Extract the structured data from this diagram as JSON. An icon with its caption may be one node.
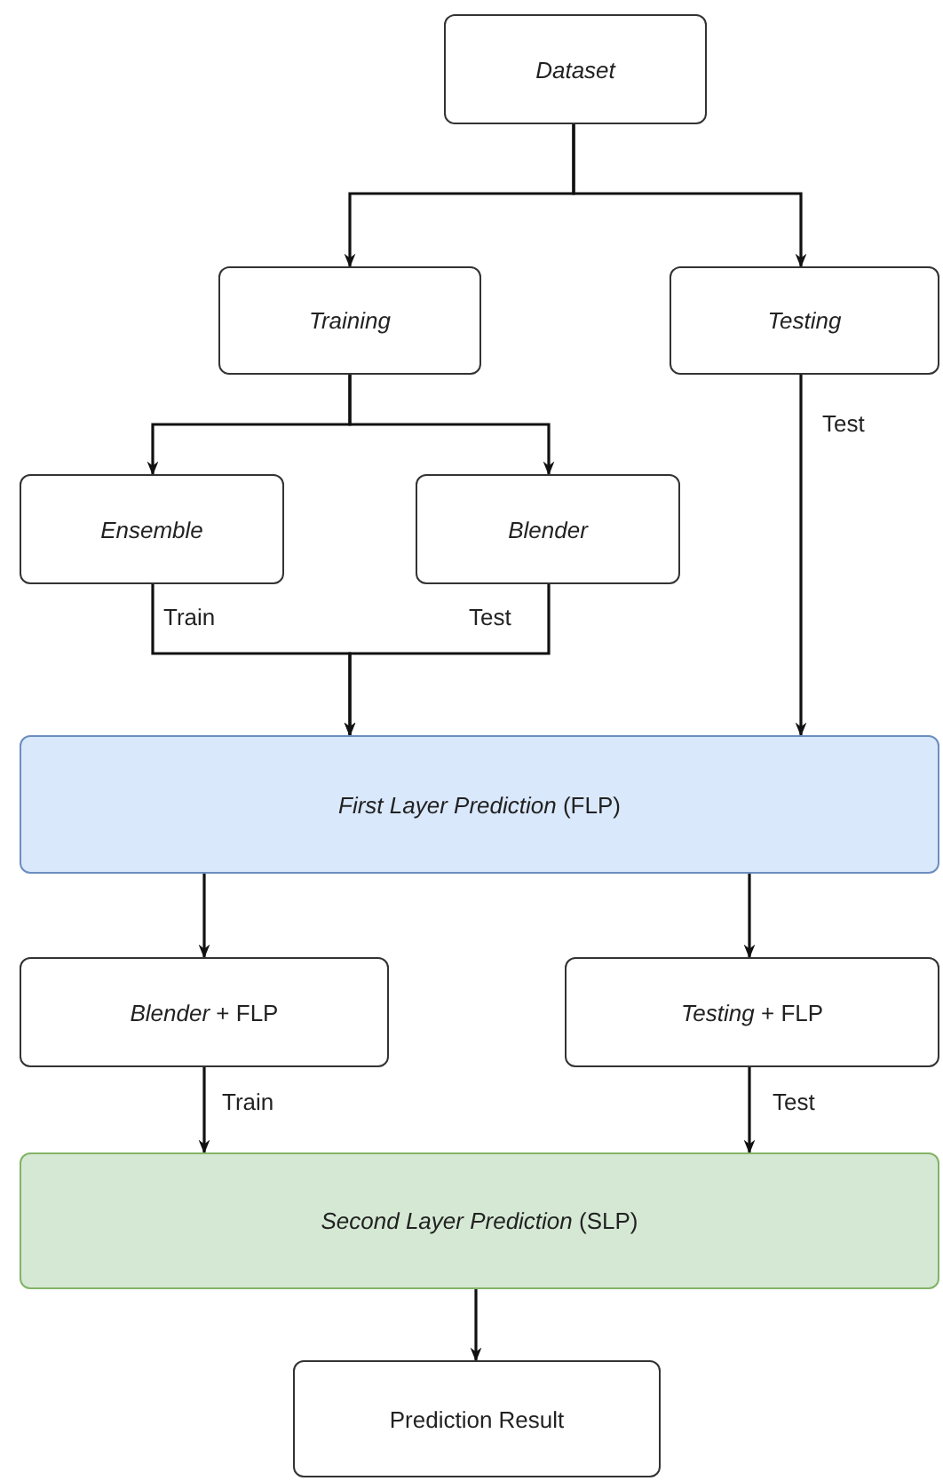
{
  "diagram": {
    "nodes": [
      {
        "text": [
          "Dataset"
        ]
      },
      {
        "text": [
          "Training"
        ]
      },
      {
        "text": [
          "Testing"
        ]
      },
      {
        "text": [
          "Ensemble"
        ]
      },
      {
        "text": [
          "Blender"
        ]
      },
      {
        "text": [
          "*First Layer Prediction* (FLP)"
        ]
      },
      {
        "text": [
          "*Blender* + FLP"
        ]
      },
      {
        "text": [
          "*Testing* + FLP"
        ]
      },
      {
        "text": [
          "*Second Layer Prediction* (SLP)"
        ]
      },
      {
        "text": [
          "Prediction Result"
        ]
      }
    ],
    "edges": [
      {
        "from": 0,
        "to": 1,
        "arrow": "to"
      },
      {
        "from": 0,
        "to": 2,
        "arrow": "to"
      },
      {
        "from": 1,
        "to": 3,
        "arrow": "to"
      },
      {
        "from": 1,
        "to": 4,
        "arrow": "to"
      },
      {
        "from": 3,
        "to": 5,
        "label": "Train",
        "arrow": "to"
      },
      {
        "from": 4,
        "to": 5,
        "label": "Test",
        "arrow": "to"
      },
      {
        "from": 2,
        "to": 5,
        "label": "Test",
        "arrow": "to"
      },
      {
        "from": 5,
        "to": 6,
        "arrow": "to"
      },
      {
        "from": 5,
        "to": 7,
        "arrow": "to"
      },
      {
        "from": 6,
        "to": 8,
        "label": "Train",
        "arrow": "to"
      },
      {
        "from": 7,
        "to": 8,
        "label": "Test",
        "arrow": "to"
      },
      {
        "from": 8,
        "to": 9,
        "arrow": "to"
      }
    ]
  }
}
